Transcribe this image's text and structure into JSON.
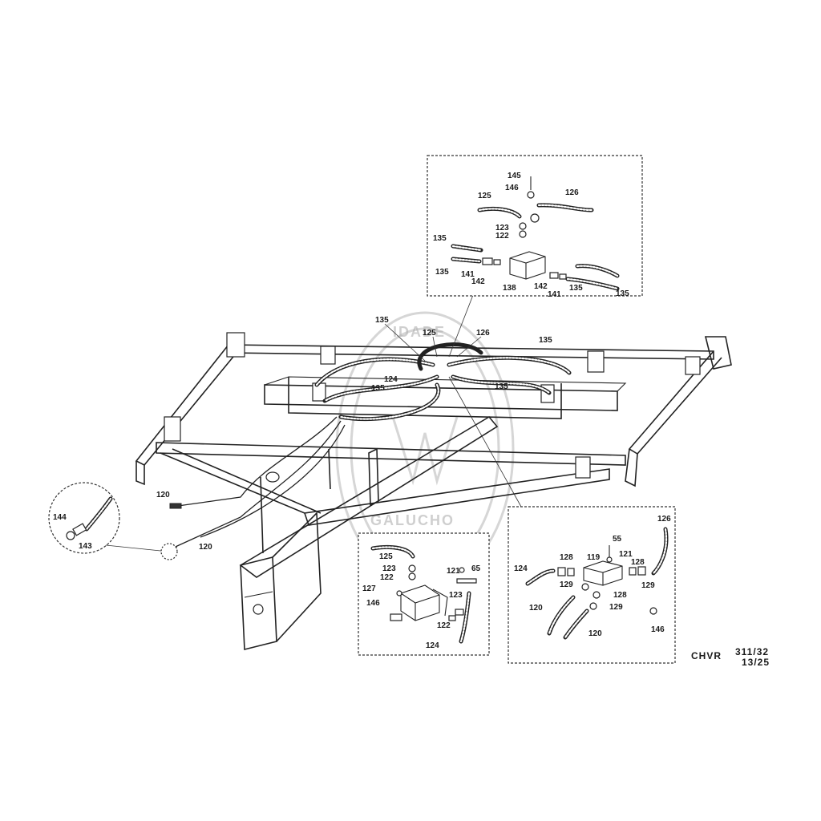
{
  "drawing": {
    "code_line1": "CHVR",
    "code_line2": "311/32",
    "code_line3": "13/25"
  },
  "watermark": {
    "text_top": "IDADE",
    "text_bottom": "GALUCHO"
  },
  "labels": {
    "main": {
      "l135a": "135",
      "l125": "125",
      "l126": "126",
      "l135b": "135",
      "l124": "124",
      "l135c": "135",
      "l135d": "135",
      "l120a": "120",
      "l120b": "120"
    },
    "inset_top": {
      "l145": "145",
      "l146": "146",
      "l125": "125",
      "l126": "126",
      "l123": "123",
      "l122": "122",
      "l135a": "135",
      "l135b": "135",
      "l141a": "141",
      "l142a": "142",
      "l138": "138",
      "l142b": "142",
      "l135c": "135",
      "l141b": "141",
      "l135d": "135"
    },
    "inset_circle": {
      "l144": "144",
      "l143": "143"
    },
    "inset_mid": {
      "l125": "125",
      "l123a": "123",
      "l122a": "122",
      "l121": "121",
      "l65": "65",
      "l127": "127",
      "l146": "146",
      "l123b": "123",
      "l122b": "122",
      "l124": "124"
    },
    "inset_right": {
      "l126": "126",
      "l55": "55",
      "l124": "124",
      "l128a": "128",
      "l119": "119",
      "l121": "121",
      "l128b": "128",
      "l129a": "129",
      "l129b": "129",
      "l128c": "128",
      "l120a": "120",
      "l129c": "129",
      "l146": "146",
      "l120b": "120"
    }
  }
}
